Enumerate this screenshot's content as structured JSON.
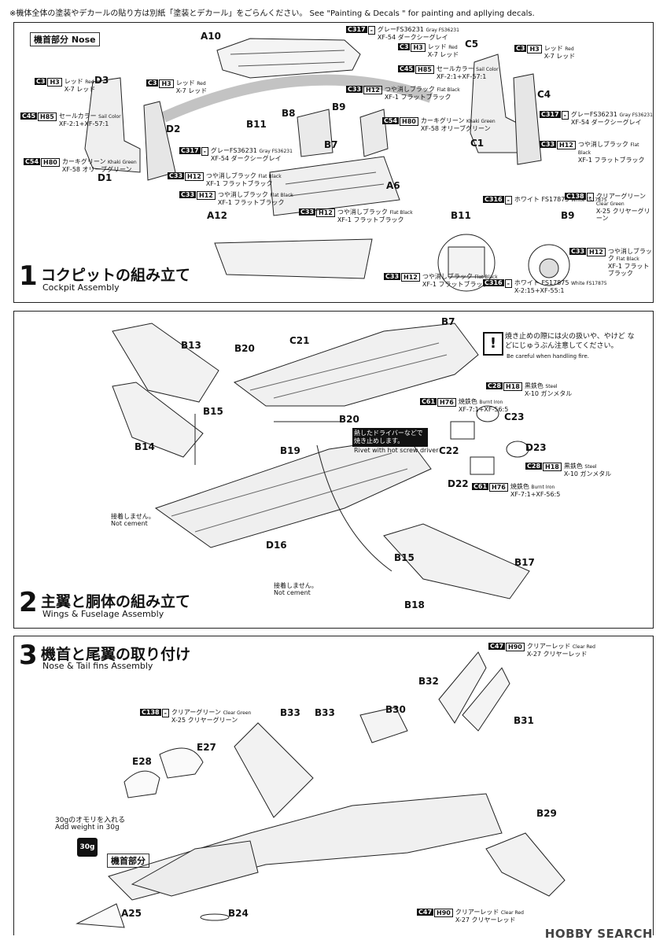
{
  "note": "※機体全体の塗装やデカールの貼り方は別紙「塗装とデカール」をごらんください。 See \"Painting & Decals \" for painting and apllying decals.",
  "step1": {
    "num": "1",
    "jp": "コクピットの組み立て",
    "en": "Cockpit Assembly",
    "nose_box": "機首部分 Nose",
    "parts": [
      "A10",
      "D3",
      "D2",
      "D1",
      "B8",
      "B9",
      "B11",
      "B7",
      "A6",
      "A12",
      "C5",
      "C4",
      "C1",
      "B11",
      "B9"
    ],
    "callouts": [
      {
        "code": "C3",
        "h": "H3",
        "jp": "レッド",
        "en": "Red",
        "sub": "X-7 レッド"
      },
      {
        "code": "C3",
        "h": "H3",
        "jp": "レッド",
        "en": "Red",
        "sub": "X-7 レッド"
      },
      {
        "code": "C45",
        "h": "H85",
        "jp": "セールカラー",
        "en": "Sail Color",
        "sub": "XF-2:1+XF-57:1"
      },
      {
        "code": "C54",
        "h": "H80",
        "jp": "カーキグリーン",
        "en": "Khaki Green",
        "sub": "XF-58 オリーブグリーン"
      },
      {
        "code": "C317",
        "h": "-",
        "jp": "グレーFS36231",
        "en": "Gray FS36231",
        "sub": "XF-54 ダークシーグレイ"
      },
      {
        "code": "C33",
        "h": "H12",
        "jp": "つや消しブラック",
        "en": "Flat Black",
        "sub": "XF-1 フラットブラック"
      },
      {
        "code": "C33",
        "h": "H12",
        "jp": "つや消しブラック",
        "en": "Flat Black",
        "sub": "XF-1 フラットブラック"
      },
      {
        "code": "C317",
        "h": "-",
        "jp": "グレーFS36231",
        "en": "Gray FS36231",
        "sub": "XF-54 ダークシーグレイ"
      },
      {
        "code": "C33",
        "h": "H12",
        "jp": "つや消しブラック",
        "en": "Flat Black",
        "sub": "XF-1 フラットブラック"
      },
      {
        "code": "C54",
        "h": "H80",
        "jp": "カーキグリーン",
        "en": "Khaki Green",
        "sub": "XF-58 オリーブグリーン"
      },
      {
        "code": "C33",
        "h": "H12",
        "jp": "つや消しブラック",
        "en": "Flat Black",
        "sub": "XF-1 フラットブラック"
      },
      {
        "code": "C3",
        "h": "H3",
        "jp": "レッド",
        "en": "Red",
        "sub": "X-7 レッド"
      },
      {
        "code": "C45",
        "h": "H85",
        "jp": "セールカラー",
        "en": "Sail Color",
        "sub": "XF-2:1+XF-57:1"
      },
      {
        "code": "C3",
        "h": "H3",
        "jp": "レッド",
        "en": "Red",
        "sub": "X-7 レッド"
      },
      {
        "code": "C317",
        "h": "-",
        "jp": "グレーFS36231",
        "en": "Gray FS36231",
        "sub": "XF-54 ダークシーグレイ"
      },
      {
        "code": "C33",
        "h": "H12",
        "jp": "つや消しブラック",
        "en": "Flat Black",
        "sub": "XF-1 フラットブラック"
      },
      {
        "code": "C316",
        "h": "-",
        "jp": "ホワイト FS17875",
        "en": "White FS17875",
        "sub": ""
      },
      {
        "code": "C138",
        "h": "-",
        "jp": "クリアーグリーン",
        "en": "Clear Green",
        "sub": "X-25 クリヤーグリーン"
      },
      {
        "code": "C33",
        "h": "H12",
        "jp": "つや消しブラック",
        "en": "Flat Black",
        "sub": "XF-1 フラットブラック"
      },
      {
        "code": "C33",
        "h": "H12",
        "jp": "つや消しブラック",
        "en": "Flat Black",
        "sub": "XF-1 フラットブラック"
      },
      {
        "code": "C316",
        "h": "-",
        "jp": "ホワイト FS17875",
        "en": "White FS17875",
        "sub": "X-2:15+XF-55:1"
      }
    ]
  },
  "step2": {
    "num": "2",
    "jp": "主翼と胴体の組み立て",
    "en": "Wings & Fuselage Assembly",
    "parts": [
      "B13",
      "B20",
      "C21",
      "B7",
      "B15",
      "B14",
      "B20",
      "B19",
      "C23",
      "C22",
      "D23",
      "D22",
      "D16",
      "B15",
      "B17",
      "B18"
    ],
    "warning_jp": "焼き止めの際には火の扱いや、やけど などにじゅうぶん注意してください。",
    "warning_en": "Be careful when handling fire.",
    "rivet_jp": "熱したドライバーなどで 焼き止めします。",
    "rivet_en": "Rivet with hot screw driver",
    "not_cement_jp": "接着しません。",
    "not_cement_en": "Not cement",
    "callouts": [
      {
        "code": "C28",
        "h": "H18",
        "jp": "黒鉄色",
        "en": "Steel",
        "sub": "X-10 ガンメタル"
      },
      {
        "code": "C61",
        "h": "H76",
        "jp": "焼鉄色",
        "en": "Burnt Iron",
        "sub": "XF-7:1+XF-56:5"
      },
      {
        "code": "C28",
        "h": "H18",
        "jp": "黒鉄色",
        "en": "Steel",
        "sub": "X-10 ガンメタル"
      },
      {
        "code": "C61",
        "h": "H76",
        "jp": "焼鉄色",
        "en": "Burnt Iron",
        "sub": "XF-7:1+XF-56:5"
      }
    ]
  },
  "step3": {
    "num": "3",
    "jp": "機首と尾翼の取り付け",
    "en": "Nose & Tail fins Assembly",
    "parts": [
      "B32",
      "B31",
      "B33",
      "B33",
      "B30",
      "E27",
      "E28",
      "B29",
      "A25",
      "B24"
    ],
    "weight_jp": "30gのオモリを入れる",
    "weight_en": "Add weight in 30g",
    "weight_label": "30g",
    "nose_label": "機首部分",
    "callouts": [
      {
        "code": "C47",
        "h": "H90",
        "jp": "クリアーレッド",
        "en": "Clear Red",
        "sub": "X-27 クリヤーレッド"
      },
      {
        "code": "C138",
        "h": "-",
        "jp": "クリアーグリーン",
        "en": "Clear Green",
        "sub": "X-25 クリヤーグリーン"
      },
      {
        "code": "C47",
        "h": "H90",
        "jp": "クリアーレッド",
        "en": "Clear Red",
        "sub": "X-27 クリヤーレッド"
      }
    ]
  },
  "watermark": "HOBBY SEARCH"
}
